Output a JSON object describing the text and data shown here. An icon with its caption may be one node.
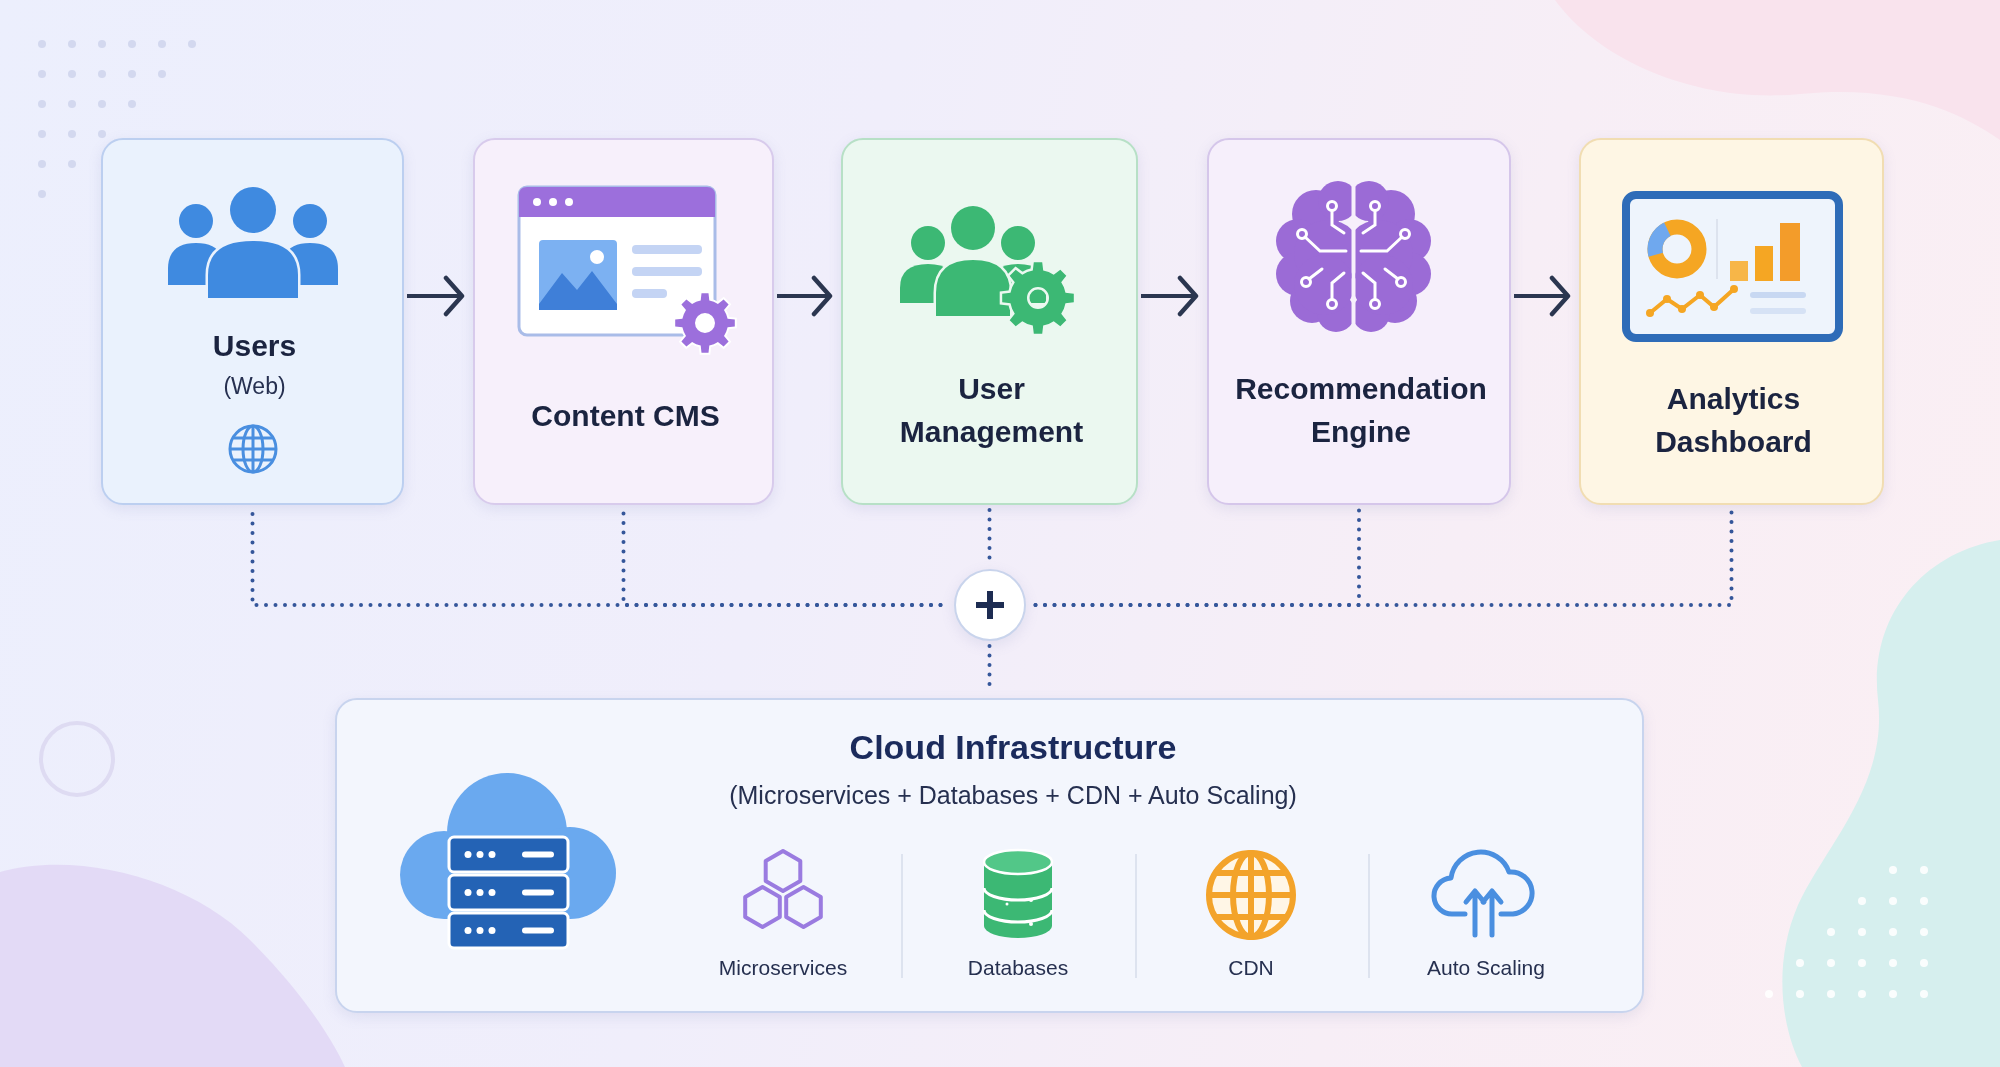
{
  "diagram": {
    "nodes": [
      {
        "text": [
          "Users",
          "(Web)"
        ]
      },
      {
        "text": [
          "Content CMS"
        ]
      },
      {
        "text": [
          "User Management"
        ]
      },
      {
        "text": [
          "Recommendation Engine"
        ]
      },
      {
        "text": [
          "Analytics Dashboard"
        ]
      },
      {
        "text": [],
        "shape": "circle"
      },
      {
        "text": [
          "Cloud Infrastructure",
          "(Microservices + Databases + CDN + Auto Scaling)"
        ]
      }
    ],
    "edges": [
      {
        "from": 0,
        "to": 1,
        "arrow": "to"
      },
      {
        "from": 1,
        "to": 2,
        "arrow": "to"
      },
      {
        "from": 2,
        "to": 3,
        "arrow": "to"
      },
      {
        "from": 3,
        "to": 4,
        "arrow": "to"
      },
      {
        "from": 0,
        "to": 5,
        "arrow": "none",
        "style": "dashed"
      },
      {
        "from": 1,
        "to": 5,
        "arrow": "none",
        "style": "dashed"
      },
      {
        "from": 2,
        "to": 5,
        "arrow": "none",
        "style": "dashed"
      },
      {
        "from": 3,
        "to": 5,
        "arrow": "none",
        "style": "dashed"
      },
      {
        "from": 4,
        "to": 5,
        "arrow": "none",
        "style": "dashed"
      },
      {
        "from": 5,
        "to": 6,
        "arrow": "none",
        "style": "dashed"
      }
    ],
    "labels": [
      "Microservices",
      "Databases",
      "CDN",
      "Auto Scaling"
    ]
  }
}
